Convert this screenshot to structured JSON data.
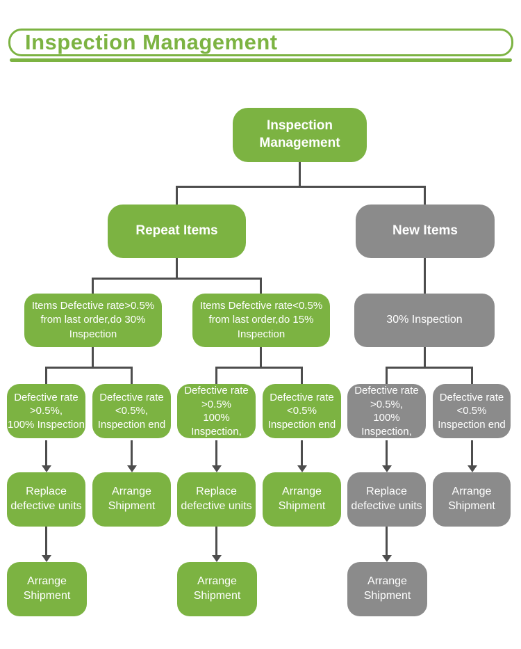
{
  "header": {
    "title": "Inspection Management"
  },
  "colors": {
    "green": "#7CB342",
    "gray": "#8B8B8B",
    "connector": "#4D4D4D",
    "text_on_node": "#FFFFFF"
  },
  "flowchart": {
    "type": "tree-flowchart",
    "nodes": {
      "root": {
        "label": "Inspection\nManagement",
        "color": "green"
      },
      "repeat_items": {
        "label": "Repeat Items",
        "color": "green"
      },
      "new_items": {
        "label": "New Items",
        "color": "gray"
      },
      "repeat_high_rate": {
        "label": "Items Defective rate>0.5%\nfrom last order,do 30%\nInspection",
        "color": "green"
      },
      "repeat_low_rate": {
        "label": "Items Defective rate<0.5%\nfrom last order,do 15%\nInspection",
        "color": "green"
      },
      "new_items_inspection": {
        "label": "30% Inspection",
        "color": "gray"
      },
      "col1_defect": {
        "label": "Defective rate\n>0.5%,\n100% Inspection",
        "color": "green"
      },
      "col2_defect": {
        "label": "Defective rate\n<0.5%,\nInspection end",
        "color": "green"
      },
      "col3_defect": {
        "label": "Defective rate\n>0.5%\n100% Inspection,",
        "color": "green"
      },
      "col4_defect": {
        "label": "Defective rate\n<0.5%\nInspection end",
        "color": "green"
      },
      "col5_defect": {
        "label": "Defective rate\n>0.5%,\n100% Inspection,",
        "color": "gray"
      },
      "col6_defect": {
        "label": "Defective rate\n<0.5%\nInspection end",
        "color": "gray"
      },
      "col1_replace": {
        "label": "Replace\ndefective units",
        "color": "green"
      },
      "col2_arrange": {
        "label": "Arrange\nShipment",
        "color": "green"
      },
      "col3_replace": {
        "label": "Replace\ndefective units",
        "color": "green"
      },
      "col4_arrange": {
        "label": "Arrange\nShipment",
        "color": "green"
      },
      "col5_replace": {
        "label": "Replace\ndefective units",
        "color": "gray"
      },
      "col6_arrange": {
        "label": "Arrange\nShipment",
        "color": "gray"
      },
      "col1_final_arrange": {
        "label": "Arrange\nShipment",
        "color": "green"
      },
      "col3_final_arrange": {
        "label": "Arrange\nShipment",
        "color": "green"
      },
      "col5_final_arrange": {
        "label": "Arrange\nShipment",
        "color": "gray"
      }
    }
  }
}
